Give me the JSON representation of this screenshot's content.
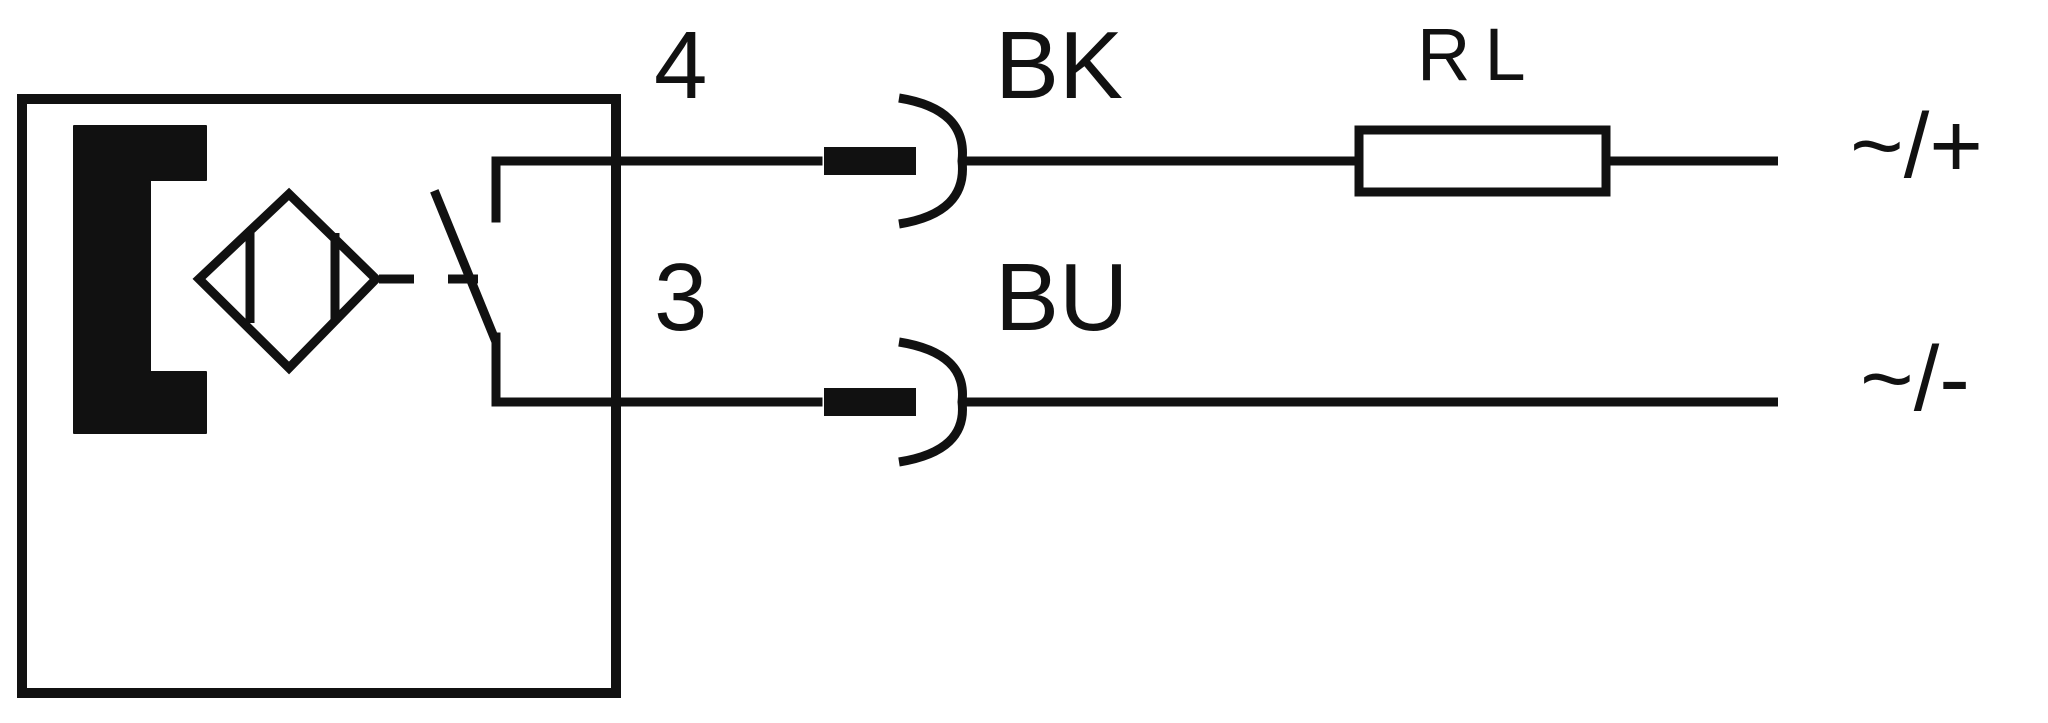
{
  "pins": {
    "top": "4",
    "bottom": "3"
  },
  "wires": {
    "top": "BK",
    "bottom": "BU"
  },
  "load": {
    "label": "RL"
  },
  "supply": {
    "positive": "~/+",
    "negative": "~/-"
  },
  "colors": {
    "stroke": "#111111",
    "background": "#ffffff"
  }
}
